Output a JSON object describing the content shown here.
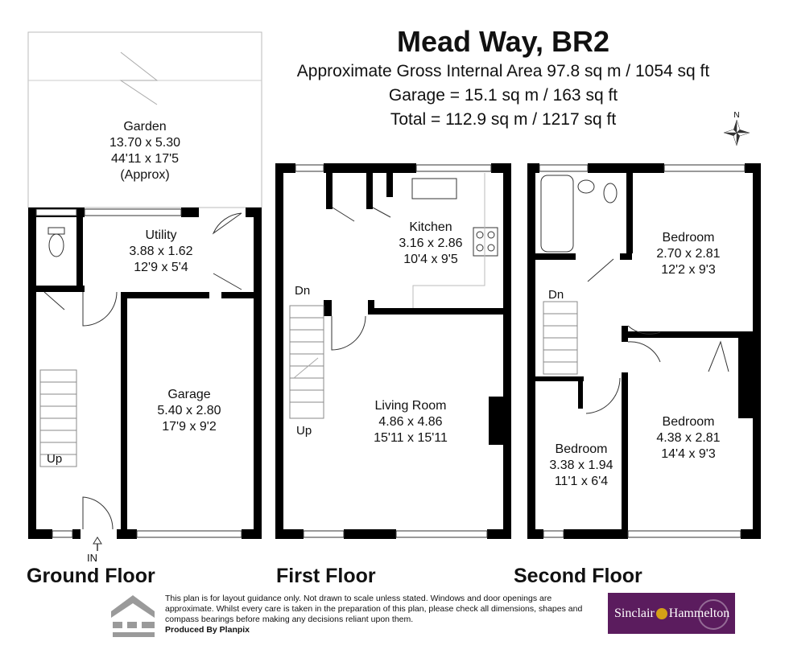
{
  "header": {
    "title": "Mead Way, BR2",
    "line1": "Approximate Gross Internal Area 97.8 sq m / 1054 sq ft",
    "line2": "Garage = 15.1 sq m / 163 sq ft",
    "line3": "Total = 112.9 sq m / 1217 sq ft",
    "compass": "N"
  },
  "ground_floor": {
    "label": "Ground Floor",
    "garden": {
      "name": "Garden",
      "dim_m": "13.70 x 5.30",
      "dim_ft": "44'11 x 17'5",
      "note": "(Approx)"
    },
    "utility": {
      "name": "Utility",
      "dim_m": "3.88 x 1.62",
      "dim_ft": "12'9 x 5'4"
    },
    "garage": {
      "name": "Garage",
      "dim_m": "5.40 x 2.80",
      "dim_ft": "17'9 x 9'2"
    },
    "stairs": "Up",
    "entrance": "IN"
  },
  "first_floor": {
    "label": "First Floor",
    "kitchen": {
      "name": "Kitchen",
      "dim_m": "3.16 x 2.86",
      "dim_ft": "10'4 x 9'5"
    },
    "living": {
      "name": "Living Room",
      "dim_m": "4.86 x 4.86",
      "dim_ft": "15'11 x 15'11"
    },
    "stairs_dn": "Dn",
    "stairs_up": "Up"
  },
  "second_floor": {
    "label": "Second Floor",
    "bedroom1": {
      "name": "Bedroom",
      "dim_m": "2.70 x 2.81",
      "dim_ft": "12'2 x 9'3"
    },
    "bedroom2": {
      "name": "Bedroom",
      "dim_m": "4.38 x 2.81",
      "dim_ft": "14'4 x 9'3"
    },
    "bedroom3": {
      "name": "Bedroom",
      "dim_m": "3.38 x 1.94",
      "dim_ft": "11'1 x 6'4"
    },
    "stairs_dn": "Dn"
  },
  "footer": {
    "disclaimer": "This plan is for layout guidance only. Not drawn to scale unless stated. Windows and door openings are approximate. Whilst every care is taken in the preparation of this plan, please check all dimensions, shapes and compass bearings before making any decisions reliant upon them.",
    "produced_by": "Produced By Planpix",
    "agent_left": "Sinclair",
    "agent_right": "Hammelton"
  }
}
